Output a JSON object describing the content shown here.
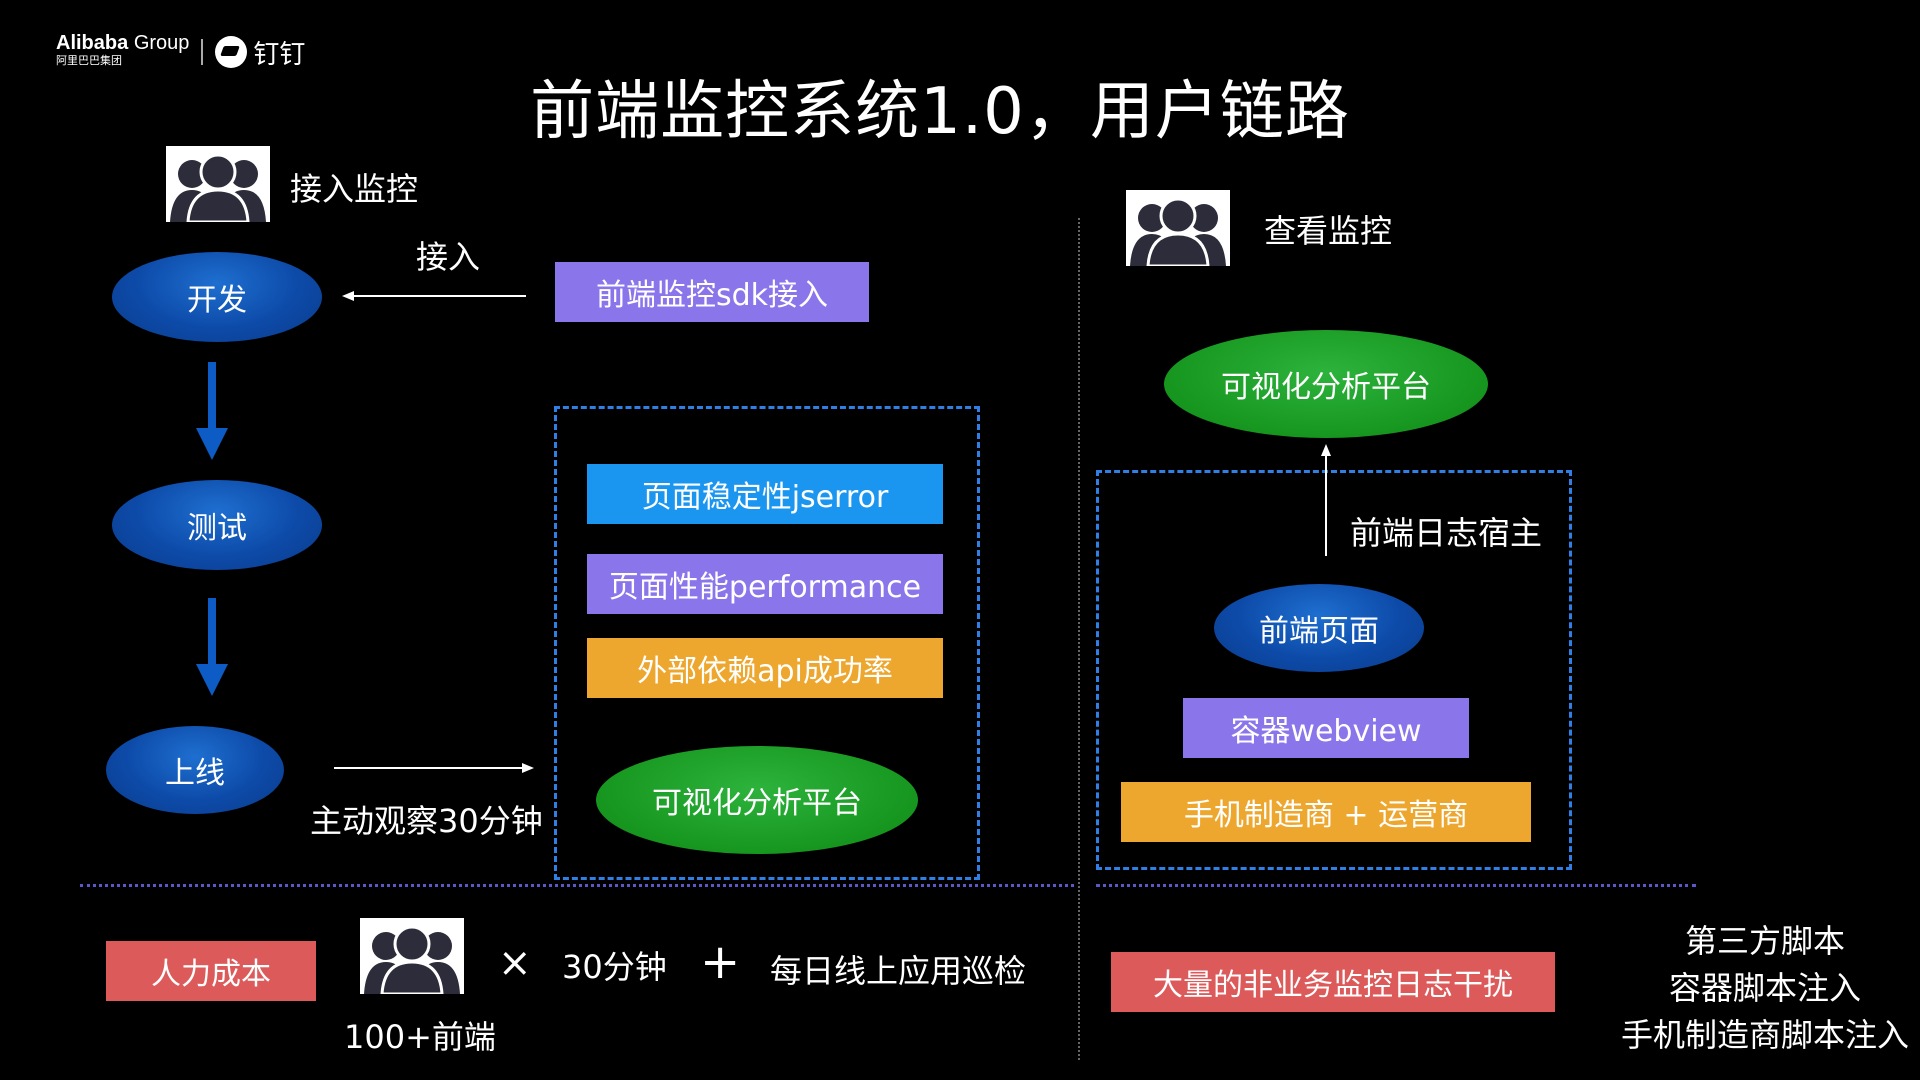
{
  "header": {
    "title": "前端监控系统1.0，用户链路",
    "logo": {
      "alibaba": "Alibaba",
      "group": "Group",
      "alibaba_cn": "阿里巴巴集团",
      "dingtalk": "钉钉"
    }
  },
  "left": {
    "access_label": "接入监控",
    "stages": [
      "开发",
      "测试",
      "上线"
    ],
    "connect_label": "接入",
    "sdk_box": "前端监控sdk接入",
    "observe_label": "主动观察30分钟",
    "metrics": [
      "页面稳定性jserror",
      "页面性能performance",
      "外部依赖api成功率"
    ],
    "platform": "可视化分析平台"
  },
  "right": {
    "view_label": "查看监控",
    "platform": "可视化分析平台",
    "log_host_label": "前端日志宿主",
    "page_node": "前端页面",
    "webview_box": "容器webview",
    "vendor_box": "手机制造商 + 运营商"
  },
  "bottom": {
    "cost_box": "人力成本",
    "times": "×",
    "minutes": "30分钟",
    "plus": "+",
    "daily_check": "每日线上应用巡检",
    "frontend_count": "100+前端",
    "noise_box": "大量的非业务监控日志干扰",
    "scripts": [
      "第三方脚本",
      "容器脚本注入",
      "手机制造商脚本注入"
    ]
  },
  "colors": {
    "blue_node": "#0d4aa8",
    "green_node": "#16961f",
    "purple": "#8a76ea",
    "sky": "#1a96f0",
    "orange": "#eea72e",
    "red": "#dd5a5a",
    "dash": "#2f7fe4"
  }
}
